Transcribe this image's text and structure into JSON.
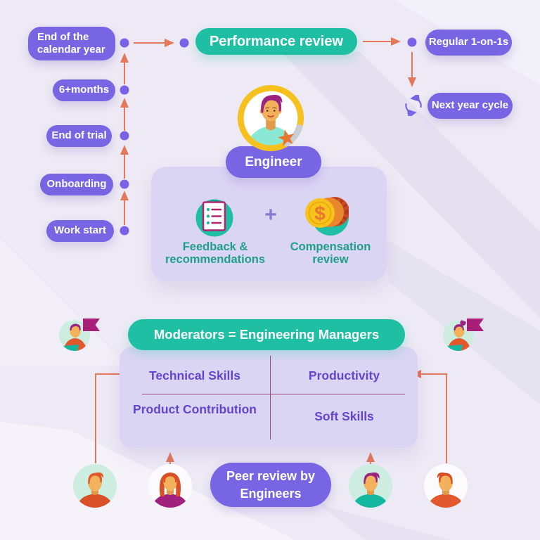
{
  "colors": {
    "bg": "#EDEAF5",
    "pill_purple": "#7765E4",
    "pill_teal": "#1FBFA4",
    "panel": "#DBD5F4",
    "teal_text": "#1F9E8A",
    "quad_text": "#6346CE",
    "divider": "#8E2F5F",
    "arrow": "#E4785A",
    "dot": "#7A63E8",
    "mint": "#CDEDE0",
    "avatar_white": "#FBFAFD",
    "ring_yellow": "#F5C11E",
    "ring_gray": "#C9CDD6",
    "flag_magenta": "#A81F77",
    "hair_magenta": "#9C2380",
    "hair_orange": "#E2572B",
    "shirt_orange": "#D94F26",
    "shirt_magenta": "#A2217E",
    "shirt_teal": "#14B8A0",
    "engineer_shirt": "#8BE8D5",
    "skin": "#F2B25C",
    "skin_shade": "#E09A4A",
    "icon_teal": "#1EBFA5",
    "clip_magenta": "#B4256F",
    "coin_yellow": "#F6C21B",
    "coin_orange": "#E8872C",
    "coin_red": "#C94A26",
    "star_orange": "#E8762E"
  },
  "timeline": {
    "items": [
      {
        "label": "End of the calendar year"
      },
      {
        "label": "6+months"
      },
      {
        "label": "End of trial"
      },
      {
        "label": "Onboarding"
      },
      {
        "label": "Work start"
      }
    ]
  },
  "review": {
    "title": "Performance review",
    "regular": "Regular 1-on-1s",
    "next_cycle": "Next year cycle"
  },
  "engineer": {
    "label": "Engineer",
    "plus": "+",
    "dollar": "$",
    "outcome_left": "Feedback & recommendations",
    "outcome_right": "Compensation review"
  },
  "moderators": {
    "title": "Moderators = Engineering Managers",
    "quadrants": [
      {
        "label": "Technical Skills"
      },
      {
        "label": "Productivity"
      },
      {
        "label": "Product Contribution"
      },
      {
        "label": "Soft Skills"
      }
    ]
  },
  "peer_review": {
    "label": "Peer review by Engineers"
  }
}
